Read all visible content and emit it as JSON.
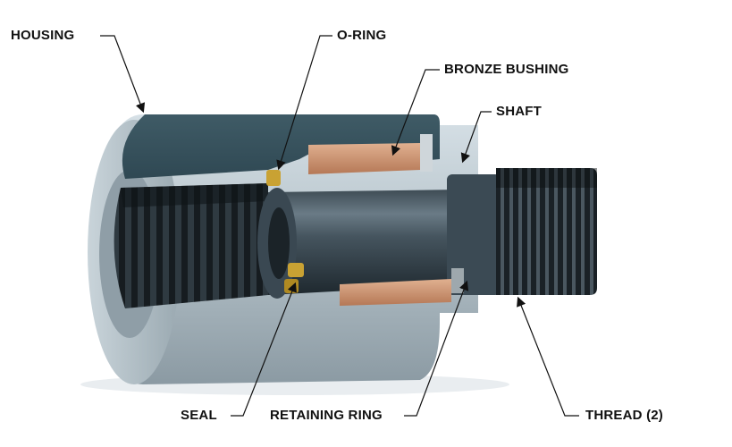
{
  "labels": {
    "housing": "HOUSING",
    "o_ring": "O-RING",
    "bronze_bushing": "BRONZE BUSHING",
    "shaft": "SHAFT",
    "seal": "SEAL",
    "retaining_ring": "RETAINING RING",
    "thread": "THREAD (2)"
  },
  "colors": {
    "housing_cut_face": "#3a5560",
    "housing_body": "#aebcc4",
    "thread": "#1b2227",
    "shaft": "#2c3942",
    "bronze": "#c9906c",
    "o_ring": "#c9a233",
    "leader": "#111111"
  }
}
